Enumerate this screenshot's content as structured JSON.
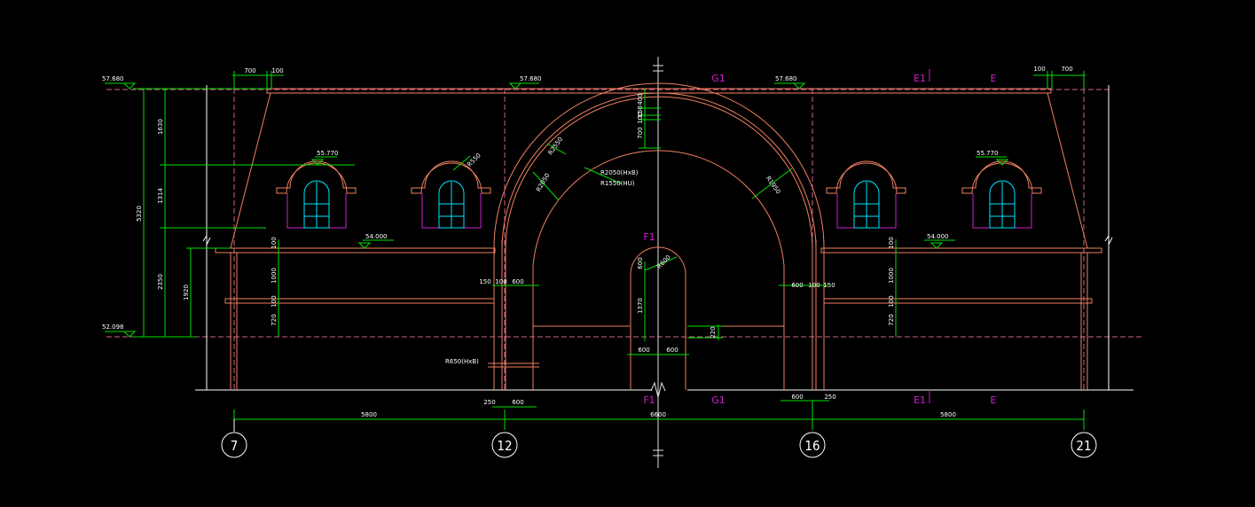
{
  "colors": {
    "background": "#000000",
    "wall": "#f08060",
    "dimension": "#00e000",
    "text": "#ffffff",
    "window": "#00e5ff",
    "window_frame": "#d11fd1",
    "section_mark": "#d11fd1",
    "centerline": "#e0e0e0"
  },
  "elevations": {
    "top_left": "57.680",
    "top_mid_left": "57.680",
    "top_mid_right": "57.680",
    "window_left": "55.770",
    "window_right": "55.770",
    "cornice_left": "54.000",
    "cornice_right": "54.000",
    "bottom_left": "52.098"
  },
  "dimensions": {
    "left_top_1": "700",
    "left_top_2": "100",
    "right_top_1": "100",
    "right_top_2": "700",
    "left_v1": "1630",
    "left_v2": "1314",
    "left_total": "5320",
    "left_v3": "2350",
    "left_v4": "1920",
    "left_inner_1": "100",
    "left_inner_2": "1000",
    "left_inner_3": "100",
    "left_inner_4": "720",
    "right_inner_1": "100",
    "right_inner_2": "1000",
    "right_inner_3": "100",
    "right_inner_4": "720",
    "arch_top_1": "400",
    "arch_top_2": "150",
    "arch_top_3": "100",
    "arch_top_4": "700",
    "arch_left_150": "150",
    "arch_left_100": "100",
    "arch_left_600": "600",
    "arch_right_600": "600",
    "arch_right_100": "100",
    "arch_right_150": "150",
    "arch_r1": "R2550",
    "arch_r2": "R2050",
    "arch_r3": "R1950",
    "arch_r4": "R1550",
    "window_r": "R550",
    "small_arch_r": "R600",
    "small_arch_height": "1370",
    "small_arch_600": "600",
    "small_arch_w_l": "600",
    "small_arch_w_r": "600",
    "step_220": "220",
    "bottom_250_l": "250",
    "bottom_600_l": "600",
    "bottom_600_r": "600",
    "bottom_250_r": "250",
    "span_left": "5800",
    "span_mid": "6600",
    "span_right": "5800"
  },
  "notes": {
    "arch_note_1": "R2050(HxB)",
    "arch_note_2": "R1550(HU)",
    "bottom_note": "R650(HxB)"
  },
  "section_marks": {
    "top_g1": "G1",
    "top_e1": "E1",
    "top_e": "E",
    "top_f1": "F1",
    "bottom_f1": "F1",
    "bottom_g1": "G1",
    "bottom_e1": "E1",
    "bottom_e": "E"
  },
  "grid_axes": {
    "axis_7": "7",
    "axis_12": "12",
    "axis_16": "16",
    "axis_21": "21"
  }
}
